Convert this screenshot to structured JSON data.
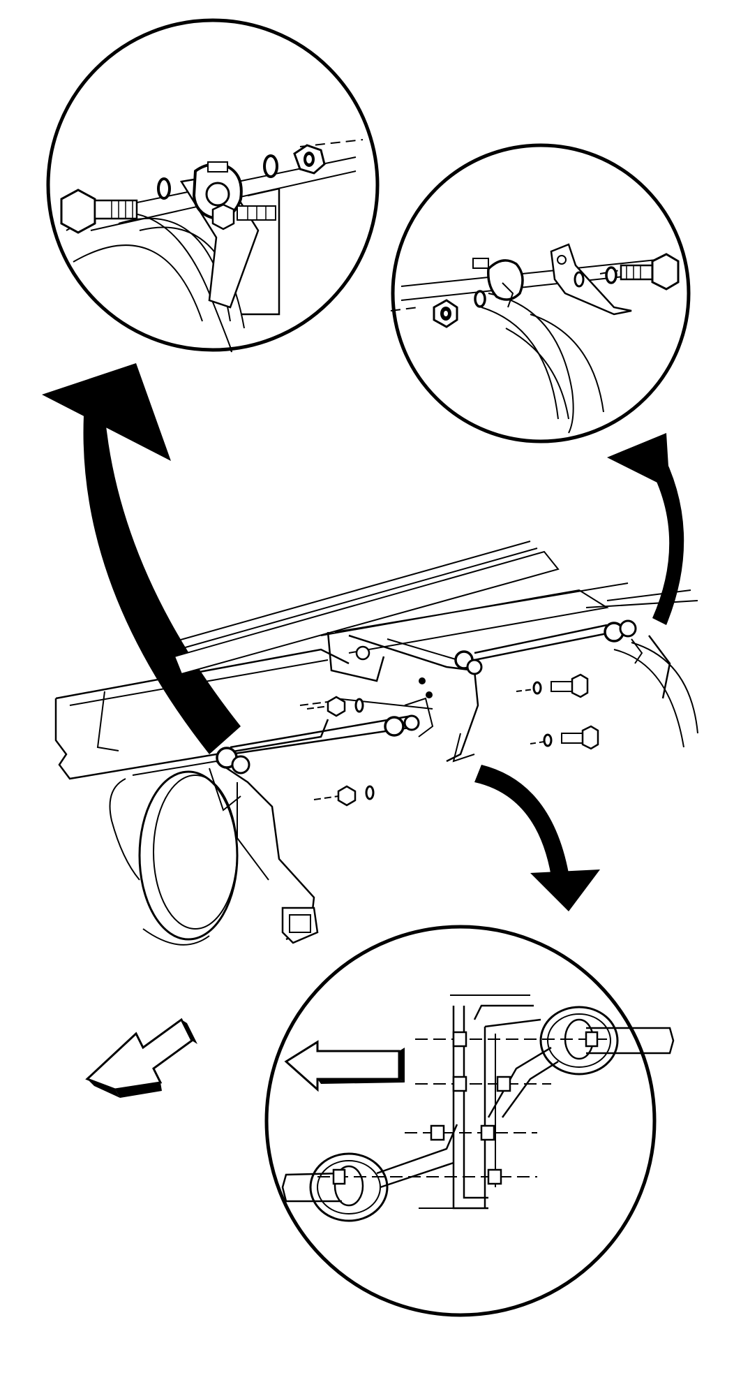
{
  "figure": {
    "callouts": [
      {
        "id": "detail-top-left",
        "shows": "bolt-washer-clamp-washer-nut"
      },
      {
        "id": "detail-top-right",
        "shows": "nut-washer-clamp-washer-bolt"
      },
      {
        "id": "detail-bottom-right",
        "shows": "bracket-bolts-overlap-view"
      }
    ],
    "direction_indicator": {
      "icon": "front-arrow-icon"
    },
    "colors": {
      "ink": "#000000",
      "paper": "#ffffff"
    }
  }
}
